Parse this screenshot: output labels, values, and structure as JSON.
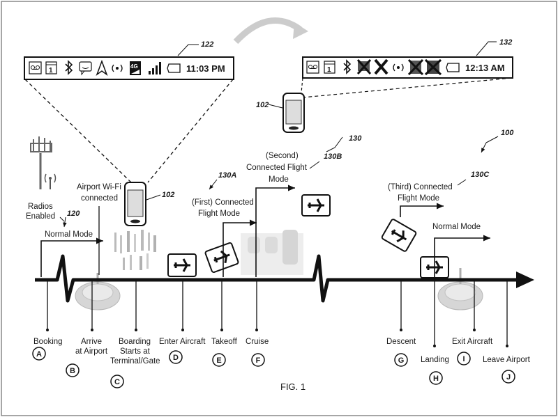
{
  "figure": {
    "caption": "FIG. 1",
    "ref_system": "100"
  },
  "status_bars": {
    "left": {
      "ref": "122",
      "time": "11:03 PM",
      "icons": [
        "voicemail-icon",
        "calendar-icon",
        "bluetooth-icon",
        "chat-icon",
        "navigation-icon",
        "wireless-icon",
        "4g-icon",
        "signal-icon",
        "battery-icon"
      ]
    },
    "right": {
      "ref": "132",
      "time": "12:13 AM",
      "icons": [
        "voicemail-icon",
        "calendar-icon",
        "bluetooth-icon",
        "chat-disabled-icon",
        "navigation-disabled-icon",
        "wireless-icon",
        "4g-disabled-icon",
        "signal-disabled-icon",
        "battery-icon"
      ]
    }
  },
  "device": {
    "ref": "102"
  },
  "modes": {
    "normal": {
      "ref": "120",
      "label": "Normal Mode"
    },
    "connected_flight": {
      "ref": "130"
    },
    "first": {
      "ref": "130A",
      "line1": "(First) Connected",
      "line2": "Flight Mode"
    },
    "second": {
      "ref": "130B",
      "line1": "(Second)",
      "line2": "Connected Flight",
      "line3": "Mode"
    },
    "third": {
      "ref": "130C",
      "line1": "(Third) Connected",
      "line2": "Flight Mode"
    },
    "normal_end": {
      "label": "Normal Mode"
    }
  },
  "notes": {
    "radios_line1": "Radios",
    "radios_line2": "Enabled",
    "wifi_line1": "Airport Wi-Fi",
    "wifi_line2": "connected"
  },
  "events": [
    {
      "key": "A",
      "lines": [
        "Booking"
      ]
    },
    {
      "key": "B",
      "lines": [
        "Arrive",
        "at Airport"
      ]
    },
    {
      "key": "C",
      "lines": [
        "Boarding",
        "Starts at",
        "Terminal/Gate"
      ]
    },
    {
      "key": "D",
      "lines": [
        "Enter Aircraft"
      ]
    },
    {
      "key": "E",
      "lines": [
        "Takeoff"
      ]
    },
    {
      "key": "F",
      "lines": [
        "Cruise"
      ]
    },
    {
      "key": "G",
      "lines": [
        "Descent"
      ]
    },
    {
      "key": "H",
      "lines": [
        "Landing"
      ]
    },
    {
      "key": "I",
      "lines": [
        "Exit Aircraft"
      ]
    },
    {
      "key": "J",
      "lines": [
        "Leave Airport"
      ]
    }
  ]
}
